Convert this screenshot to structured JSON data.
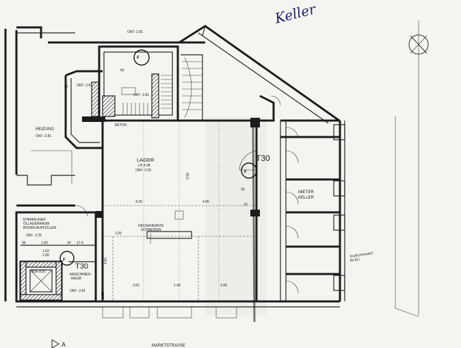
{
  "title_handwritten": "Keller",
  "street": "MARKTSTRASSE",
  "section_marker": "A",
  "rooms": {
    "heizung": {
      "name": "HEIZUNG",
      "level": "OKF -2.81"
    },
    "lager": {
      "name": "LAGER",
      "sub": "LH 4.08",
      "level": "OKF -2.25"
    },
    "oellager": {
      "line1": "EHEMALIGER",
      "line2": "ÖLLAGERRAUM",
      "line3": "BODEN AUFFÜLLEN",
      "level": "OKF -2.25"
    },
    "aufzug": {
      "name": "AUFZUG"
    },
    "maschinenraum": {
      "line1": "MASCHINEN-",
      "line2": "RAUM",
      "level": "OKF -2.81"
    },
    "mieterkeller": {
      "line1": "MIETER",
      "line2": "KELLER"
    },
    "durchfahrt": {
      "line1": "DURCHFAHRT",
      "line2": "IM EG"
    },
    "stair_top": {
      "level": "OKF -2.81"
    },
    "stair_small": {
      "level": "OKF -2.81"
    },
    "corridor_level": "OKF -2.81"
  },
  "annotations": {
    "fire_door_f": "F",
    "t30": "T30",
    "t30_lower": "T30",
    "deckenkante": "DECKENKANTE",
    "deckenkante2": "SCHNEIDEN",
    "beton": "BETON"
  },
  "dimensions": {
    "d_429": "4.29",
    "d_405": "4.05",
    "d_180": "1.80",
    "d_24": "24",
    "d_17": "17.4",
    "d_36": "36",
    "d_155": "1.55",
    "d_162": "1.62",
    "d_208": "2.08",
    "d_350": "3.50",
    "d_140": "1.40",
    "d_208b": "2.08",
    "d_30": "30",
    "d_10": "10",
    "d_450": "4.50",
    "d_359": "3.59",
    "d_125": "1.25",
    "d_42": "42",
    "d_60": "60"
  }
}
